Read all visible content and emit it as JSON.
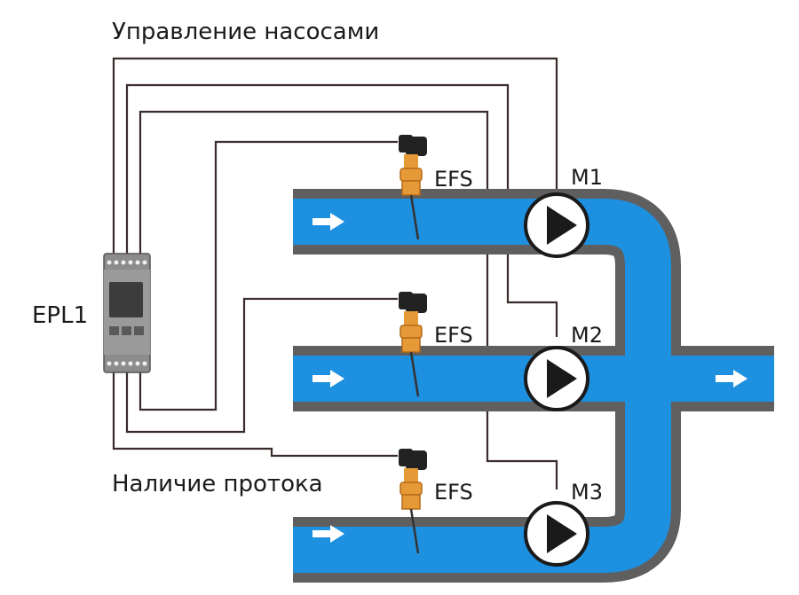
{
  "labels": {
    "pump_control": "Управление насосами",
    "flow_presence": "Наличие протока",
    "controller": "EPL1",
    "sensor": "EFS",
    "pumps": [
      "M1",
      "M2",
      "M3"
    ]
  },
  "colors": {
    "water": "#1e90e0",
    "pipe_wall": "#5f5f5f",
    "wire": "#3a2b2b",
    "sensor_body": "#e59a37",
    "sensor_cap": "#222222",
    "controller_body": "#8c8c8c",
    "arrow": "#ffffff"
  },
  "icons": {
    "flow_arrow": "right-arrow-icon",
    "pump": "pump-triangle-icon",
    "sensor": "flow-sensor-icon",
    "controller": "relay-module-icon"
  }
}
